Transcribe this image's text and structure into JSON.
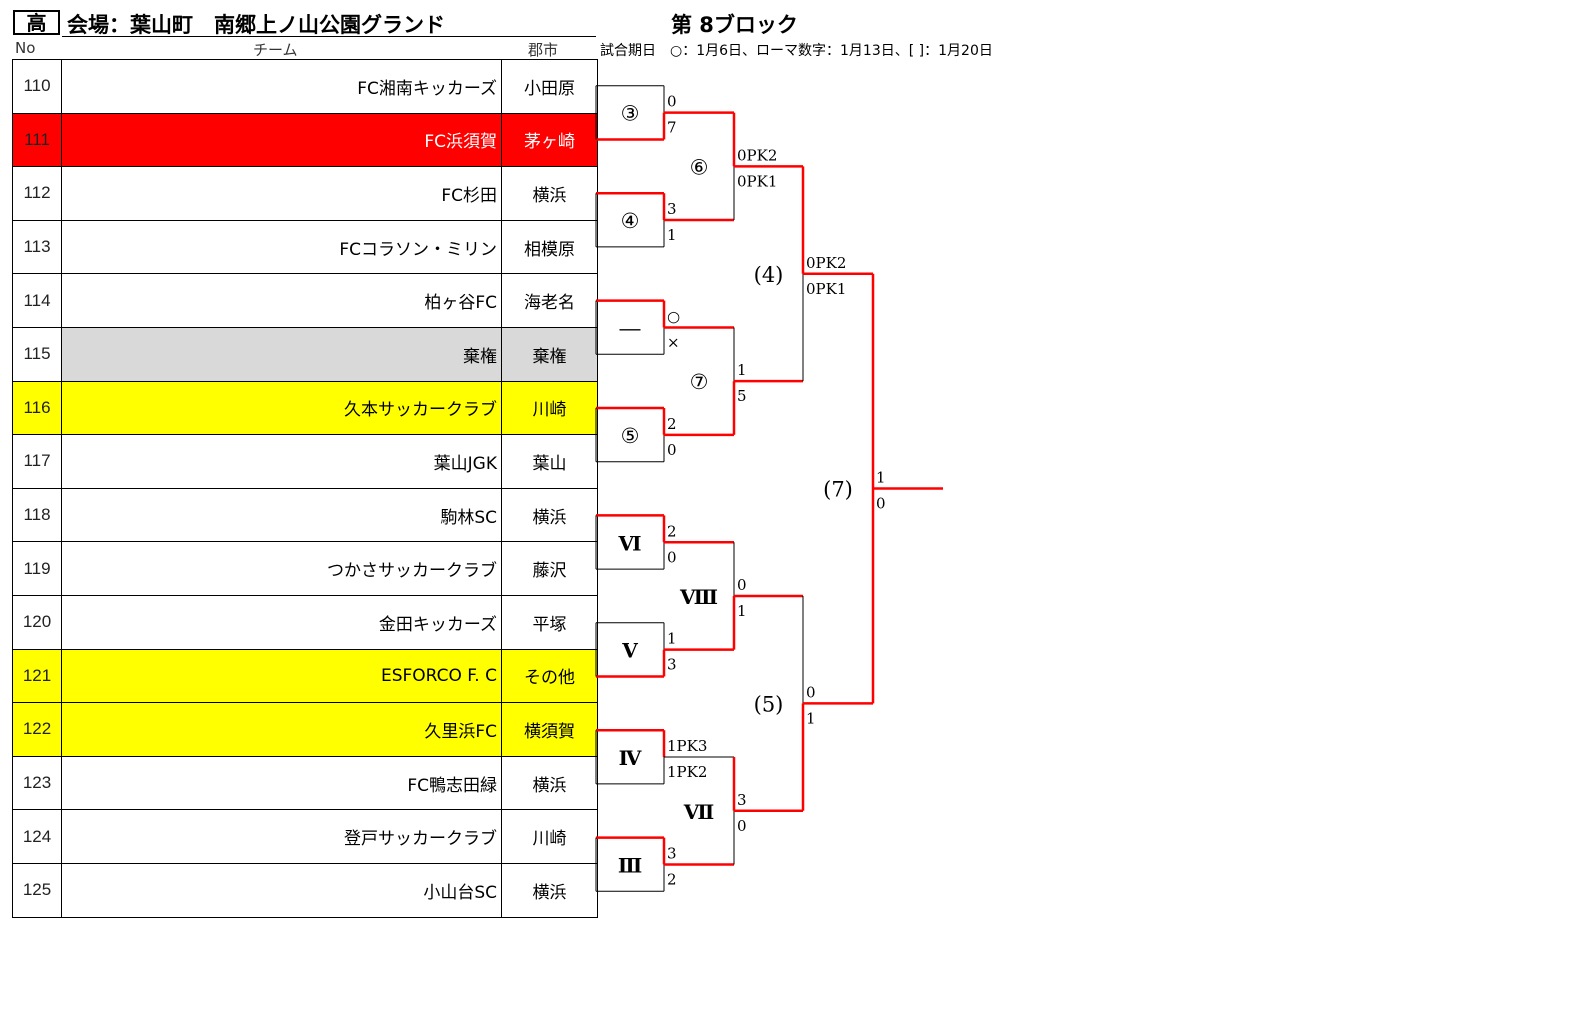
{
  "header": {
    "category_mark": "高",
    "venue": "会場：葉山町　南郷上ノ山公園グランド",
    "block": "第 8ブロック",
    "col_no": "No",
    "col_team": "チーム",
    "col_city": "郡市",
    "date_note": "試合期日　○：1月6日、ローマ数字：1月13日、[ ]：1月20日"
  },
  "teams": [
    {
      "no": "110",
      "name": "FC湘南キッカーズ",
      "city": "小田原",
      "style": ""
    },
    {
      "no": "111",
      "name": "FC浜須賀",
      "city": "茅ヶ崎",
      "style": "red"
    },
    {
      "no": "112",
      "name": "FC杉田",
      "city": "横浜",
      "style": ""
    },
    {
      "no": "113",
      "name": "FCコラソン・ミリン",
      "city": "相模原",
      "style": ""
    },
    {
      "no": "114",
      "name": "柏ヶ谷FC",
      "city": "海老名",
      "style": ""
    },
    {
      "no": "115",
      "name": "棄権",
      "city": "棄権",
      "style": "gray"
    },
    {
      "no": "116",
      "name": "久本サッカークラブ",
      "city": "川崎",
      "style": "yellow"
    },
    {
      "no": "117",
      "name": "葉山JGK",
      "city": "葉山",
      "style": ""
    },
    {
      "no": "118",
      "name": "駒林SC",
      "city": "横浜",
      "style": ""
    },
    {
      "no": "119",
      "name": "つかさサッカークラブ",
      "city": "藤沢",
      "style": ""
    },
    {
      "no": "120",
      "name": "金田キッカーズ",
      "city": "平塚",
      "style": ""
    },
    {
      "no": "121",
      "name": "ESFORCO F. C",
      "city": "その他",
      "style": "yellow"
    },
    {
      "no": "122",
      "name": "久里浜FC",
      "city": "横須賀",
      "style": "yellow"
    },
    {
      "no": "123",
      "name": "FC鴨志田緑",
      "city": "横浜",
      "style": ""
    },
    {
      "no": "124",
      "name": "登戸サッカークラブ",
      "city": "川崎",
      "style": ""
    },
    {
      "no": "125",
      "name": "小山台SC",
      "city": "横浜",
      "style": ""
    }
  ],
  "bracket": {
    "r1_labels": [
      "③",
      "④",
      "―",
      "⑤",
      "Ⅵ",
      "Ⅴ",
      "Ⅳ",
      "Ⅲ"
    ],
    "r1_scores": [
      [
        "0",
        "7"
      ],
      [
        "3",
        "1"
      ],
      [
        "○",
        "×"
      ],
      [
        "2",
        "0"
      ],
      [
        "2",
        "0"
      ],
      [
        "1",
        "3"
      ],
      [
        "1PK3",
        "1PK2"
      ],
      [
        "3",
        "2"
      ]
    ],
    "r2_labels": [
      "⑥",
      "⑦",
      "Ⅷ",
      "Ⅶ"
    ],
    "r2_scores": [
      [
        "0PK2",
        "0PK1"
      ],
      [
        "1",
        "5"
      ],
      [
        "0",
        "1"
      ],
      [
        "3",
        "0"
      ]
    ],
    "r3_labels": [
      "(4)",
      "(5)"
    ],
    "r3_scores": [
      [
        "0PK2",
        "0PK1"
      ],
      [
        "0",
        "1"
      ]
    ],
    "final_label": "(7)",
    "final_scores": [
      "1",
      "0"
    ]
  },
  "colors": {
    "win_line": "#ff0000",
    "loss_line": "#000000",
    "red_row": "#ff0000",
    "yellow_row": "#ffff00",
    "gray_row": "#d9d9d9"
  }
}
